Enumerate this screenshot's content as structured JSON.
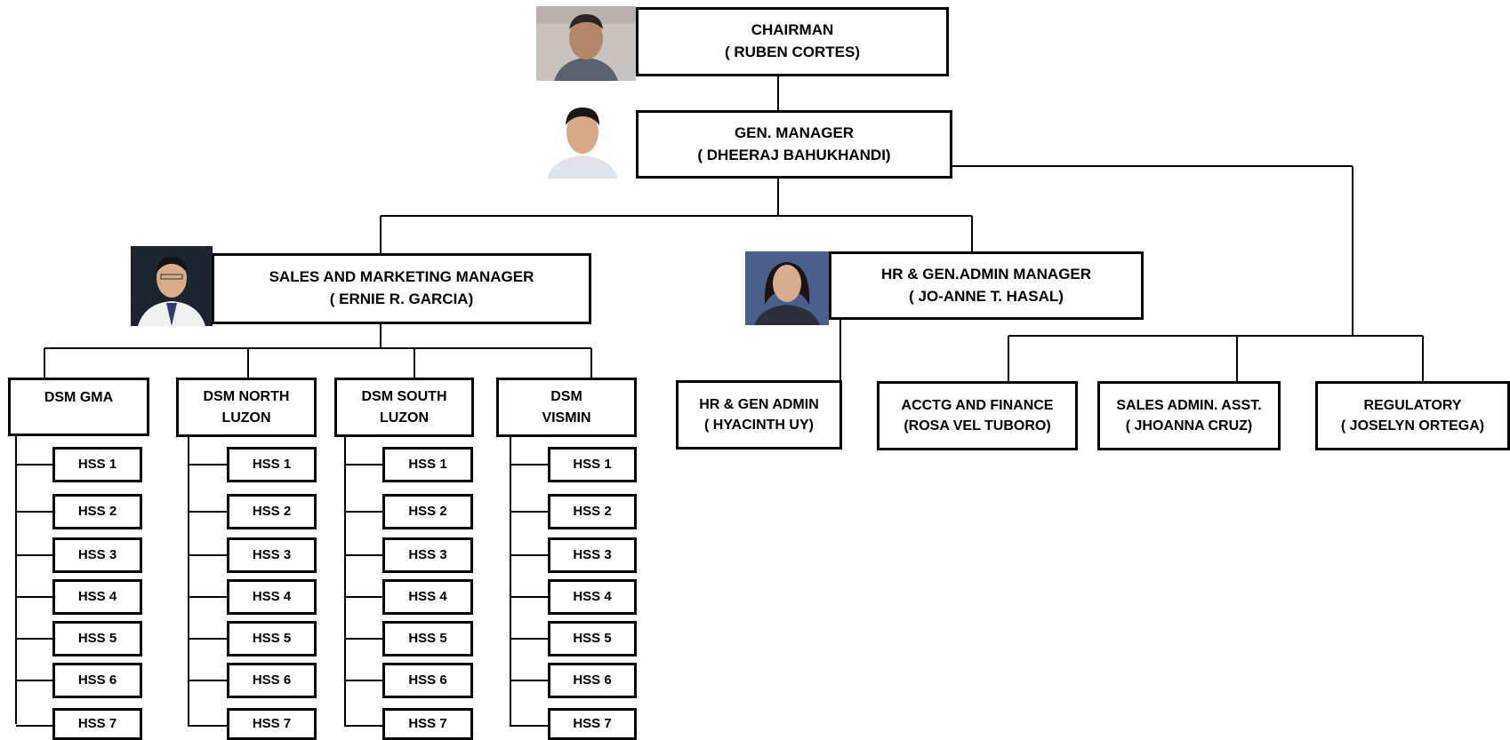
{
  "chairman": {
    "title": "CHAIRMAN",
    "name": "( RUBEN CORTES)"
  },
  "gm": {
    "title": "GEN. MANAGER",
    "name": "( DHEERAJ BAHUKHANDI)"
  },
  "sales": {
    "title": "SALES AND MARKETING MANAGER",
    "name": "( ERNIE R. GARCIA)"
  },
  "hr_manager": {
    "title": "HR & GEN.ADMIN MANAGER",
    "name": "( JO-ANNE  T. HASAL)"
  },
  "hr_admin": {
    "title": "HR & GEN ADMIN",
    "name": "( HYACINTH UY)"
  },
  "acctg": {
    "title": "ACCTG AND FINANCE",
    "name": "(ROSA VEL TUBORO)"
  },
  "sales_admin": {
    "title": "SALES ADMIN. ASST.",
    "name": "( JHOANNA CRUZ)"
  },
  "regulatory": {
    "title": "REGULATORY",
    "name": "( JOSELYN ORTEGA)"
  },
  "dsm": [
    {
      "line1": "DSM GMA",
      "line2": ""
    },
    {
      "line1": "DSM NORTH",
      "line2": "LUZON"
    },
    {
      "line1": "DSM SOUTH",
      "line2": "LUZON"
    },
    {
      "line1": "DSM",
      "line2": "VISMIN"
    }
  ],
  "hss": [
    "HSS 1",
    "HSS 2",
    "HSS 3",
    "HSS 4",
    "HSS 5",
    "HSS 6",
    "HSS 7"
  ]
}
